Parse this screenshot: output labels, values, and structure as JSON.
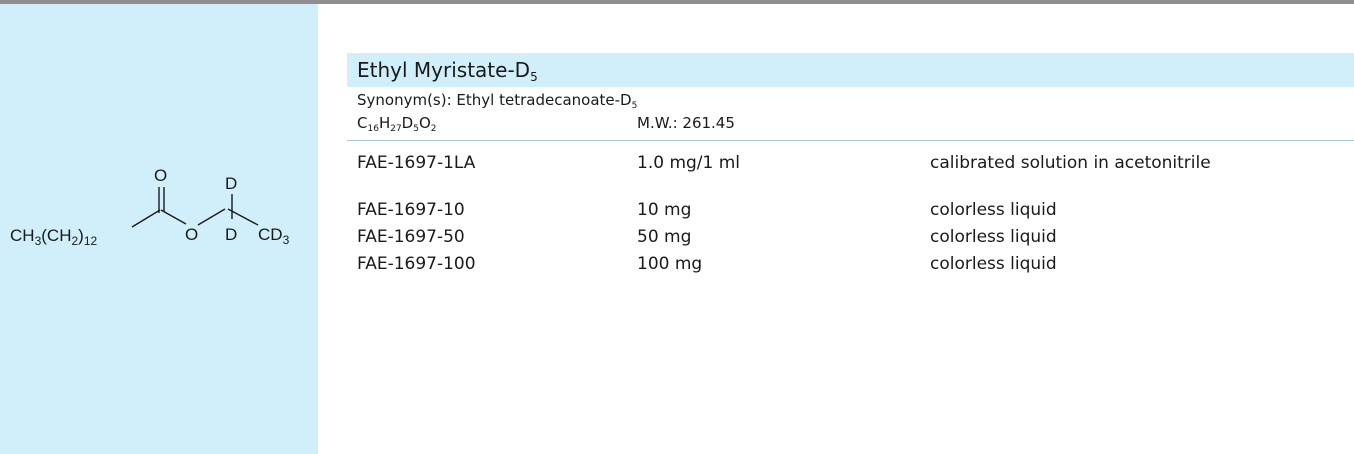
{
  "product": {
    "name": "Ethyl Myristate-D",
    "name_sub": "5",
    "synonym_prefix": "Synonym(s): Ethyl tetradecanoate-D",
    "synonym_sub": "5",
    "formula": {
      "c": "C",
      "c_n": "16",
      "h": "H",
      "h_n": "27",
      "d": "D",
      "d_n": "5",
      "o": "O",
      "o_n": "2"
    },
    "mw_label": "M.W.: 261.45"
  },
  "structure_labels": {
    "chain_ch3": "CH",
    "chain_3": "3",
    "chain_ch2": "(CH",
    "chain_2": "2",
    "chain_close": ")",
    "chain_12": "12",
    "carbonyl_o": "O",
    "ester_o": "O",
    "d_top": "D",
    "d_bottom": "D",
    "cd": "CD",
    "cd_3": "3"
  },
  "rows": [
    {
      "code": "FAE-1697-1LA",
      "amount": "1.0 mg/1 ml",
      "form": "calibrated solution in acetonitrile"
    },
    {
      "code": "FAE-1697-10",
      "amount": "10 mg",
      "form": "colorless liquid"
    },
    {
      "code": "FAE-1697-50",
      "amount": "50 mg",
      "form": "colorless liquid"
    },
    {
      "code": "FAE-1697-100",
      "amount": "100 mg",
      "form": "colorless liquid"
    }
  ],
  "colors": {
    "panel": "#d0effb",
    "rule": "#8f8f8f",
    "text": "#1a1a1a"
  }
}
